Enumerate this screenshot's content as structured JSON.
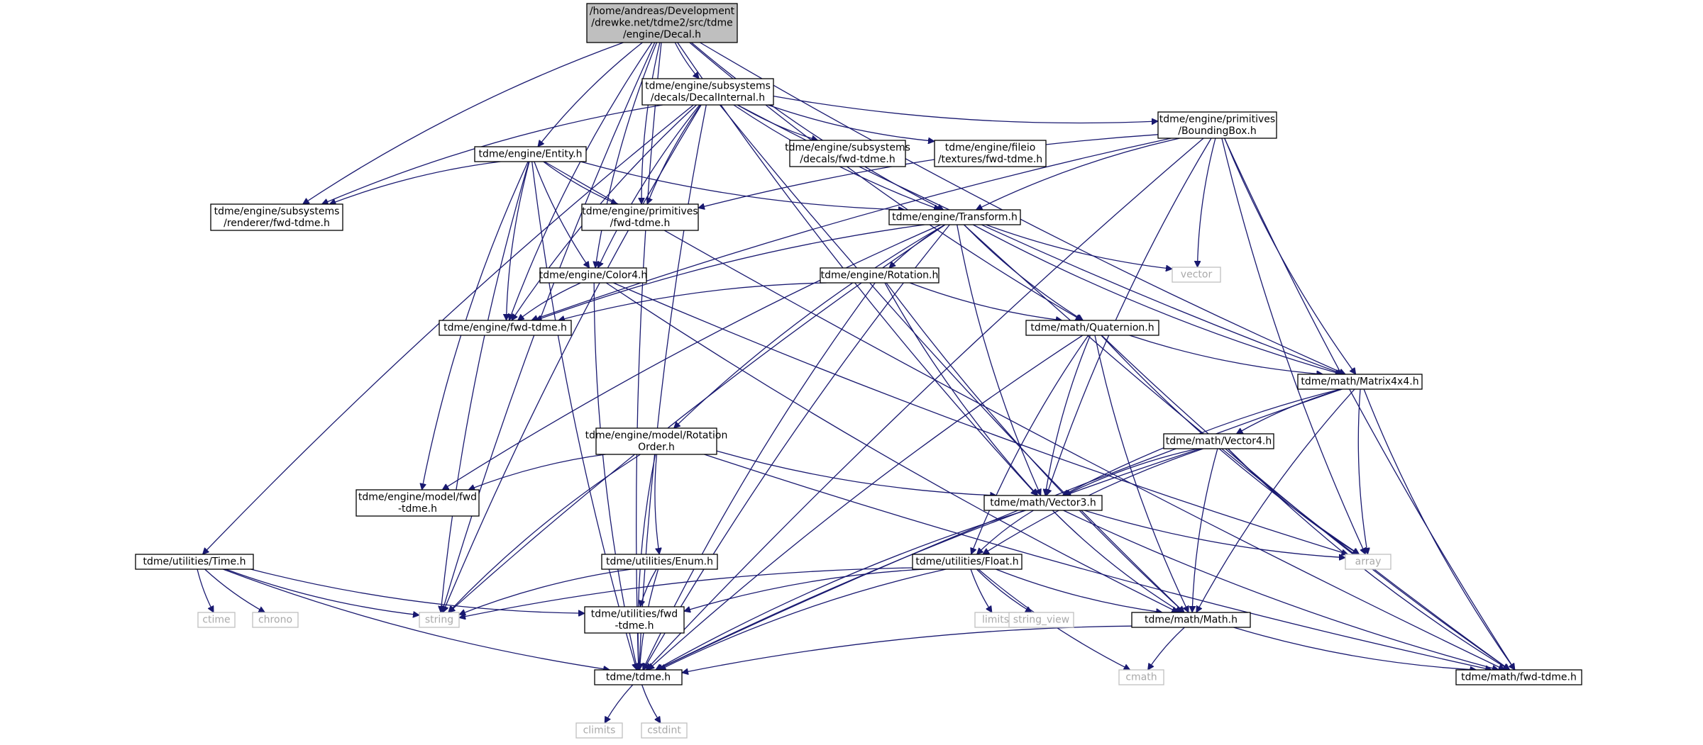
{
  "title": "",
  "colors": {
    "edge": "#191970",
    "root_fill": "#bfbfbf",
    "node_border": "#000000",
    "external_border": "#bfbfbf",
    "external_text": "#a9a9a9"
  },
  "nodes": [
    {
      "id": "decal",
      "kind": "root",
      "lines": [
        "/home/andreas/Development",
        "/drewke.net/tdme2/src/tdme",
        "/engine/Decal.h"
      ]
    },
    {
      "id": "decalinternal",
      "kind": "normal",
      "lines": [
        "tdme/engine/subsystems",
        "/decals/DecalInternal.h"
      ]
    },
    {
      "id": "entity",
      "kind": "normal",
      "lines": [
        "tdme/engine/Entity.h"
      ]
    },
    {
      "id": "decalsfwd",
      "kind": "normal",
      "lines": [
        "tdme/engine/subsystems",
        "/decals/fwd-tdme.h"
      ]
    },
    {
      "id": "texturesfwd",
      "kind": "normal",
      "lines": [
        "tdme/engine/fileio",
        "/textures/fwd-tdme.h"
      ]
    },
    {
      "id": "boundingbox",
      "kind": "normal",
      "lines": [
        "tdme/engine/primitives",
        "/BoundingBox.h"
      ]
    },
    {
      "id": "rendererfwd",
      "kind": "normal",
      "lines": [
        "tdme/engine/subsystems",
        "/renderer/fwd-tdme.h"
      ]
    },
    {
      "id": "primitivesfwd",
      "kind": "normal",
      "lines": [
        "tdme/engine/primitives",
        "/fwd-tdme.h"
      ]
    },
    {
      "id": "transform",
      "kind": "normal",
      "lines": [
        "tdme/engine/Transform.h"
      ]
    },
    {
      "id": "vector",
      "kind": "external",
      "lines": [
        "vector"
      ]
    },
    {
      "id": "color4",
      "kind": "normal",
      "lines": [
        "tdme/engine/Color4.h"
      ]
    },
    {
      "id": "rotation",
      "kind": "normal",
      "lines": [
        "tdme/engine/Rotation.h"
      ]
    },
    {
      "id": "enginefwd",
      "kind": "normal",
      "lines": [
        "tdme/engine/fwd-tdme.h"
      ]
    },
    {
      "id": "quaternion",
      "kind": "normal",
      "lines": [
        "tdme/math/Quaternion.h"
      ]
    },
    {
      "id": "matrix4x4",
      "kind": "normal",
      "lines": [
        "tdme/math/Matrix4x4.h"
      ]
    },
    {
      "id": "rotationorder",
      "kind": "normal",
      "lines": [
        "tdme/engine/model/Rotation",
        "Order.h"
      ]
    },
    {
      "id": "vector4",
      "kind": "normal",
      "lines": [
        "tdme/math/Vector4.h"
      ]
    },
    {
      "id": "modelfwd",
      "kind": "normal",
      "lines": [
        "tdme/engine/model/fwd",
        "-tdme.h"
      ]
    },
    {
      "id": "vector3",
      "kind": "normal",
      "lines": [
        "tdme/math/Vector3.h"
      ]
    },
    {
      "id": "time",
      "kind": "normal",
      "lines": [
        "tdme/utilities/Time.h"
      ]
    },
    {
      "id": "enum",
      "kind": "normal",
      "lines": [
        "tdme/utilities/Enum.h"
      ]
    },
    {
      "id": "float",
      "kind": "normal",
      "lines": [
        "tdme/utilities/Float.h"
      ]
    },
    {
      "id": "array",
      "kind": "external",
      "lines": [
        "array"
      ]
    },
    {
      "id": "ctime",
      "kind": "external",
      "lines": [
        "ctime"
      ]
    },
    {
      "id": "chrono",
      "kind": "external",
      "lines": [
        "chrono"
      ]
    },
    {
      "id": "string",
      "kind": "external",
      "lines": [
        "string"
      ]
    },
    {
      "id": "utilitiesfwd",
      "kind": "normal",
      "lines": [
        "tdme/utilities/fwd",
        "-tdme.h"
      ]
    },
    {
      "id": "limits",
      "kind": "external",
      "lines": [
        "limits"
      ]
    },
    {
      "id": "string_view",
      "kind": "external",
      "lines": [
        "string_view"
      ]
    },
    {
      "id": "math",
      "kind": "normal",
      "lines": [
        "tdme/math/Math.h"
      ]
    },
    {
      "id": "tdme",
      "kind": "normal",
      "lines": [
        "tdme/tdme.h"
      ]
    },
    {
      "id": "cmath",
      "kind": "external",
      "lines": [
        "cmath"
      ]
    },
    {
      "id": "mathfwd",
      "kind": "normal",
      "lines": [
        "tdme/math/fwd-tdme.h"
      ]
    },
    {
      "id": "climits",
      "kind": "external",
      "lines": [
        "climits"
      ]
    },
    {
      "id": "cstdint",
      "kind": "external",
      "lines": [
        "cstdint"
      ]
    }
  ],
  "edges": [
    [
      "decal",
      "decalinternal"
    ],
    [
      "decal",
      "entity"
    ],
    [
      "decal",
      "rendererfwd"
    ],
    [
      "decal",
      "primitivesfwd"
    ],
    [
      "decal",
      "transform"
    ],
    [
      "decal",
      "color4"
    ],
    [
      "decal",
      "enginefwd"
    ],
    [
      "decal",
      "quaternion"
    ],
    [
      "decal",
      "matrix4x4"
    ],
    [
      "decal",
      "vector3"
    ],
    [
      "decal",
      "string"
    ],
    [
      "decal",
      "tdme"
    ],
    [
      "decalinternal",
      "decalsfwd"
    ],
    [
      "decalinternal",
      "texturesfwd"
    ],
    [
      "decalinternal",
      "boundingbox"
    ],
    [
      "decalinternal",
      "rendererfwd"
    ],
    [
      "decalinternal",
      "primitivesfwd"
    ],
    [
      "decalinternal",
      "transform"
    ],
    [
      "decalinternal",
      "color4"
    ],
    [
      "decalinternal",
      "enginefwd"
    ],
    [
      "decalinternal",
      "matrix4x4"
    ],
    [
      "decalinternal",
      "math"
    ],
    [
      "decalinternal",
      "time"
    ],
    [
      "decalinternal",
      "string"
    ],
    [
      "decalinternal",
      "tdme"
    ],
    [
      "entity",
      "rendererfwd"
    ],
    [
      "entity",
      "primitivesfwd"
    ],
    [
      "entity",
      "transform"
    ],
    [
      "entity",
      "color4"
    ],
    [
      "entity",
      "enginefwd"
    ],
    [
      "entity",
      "modelfwd"
    ],
    [
      "entity",
      "string"
    ],
    [
      "entity",
      "tdme"
    ],
    [
      "entity",
      "mathfwd"
    ],
    [
      "boundingbox",
      "primitivesfwd"
    ],
    [
      "boundingbox",
      "transform"
    ],
    [
      "boundingbox",
      "vector"
    ],
    [
      "boundingbox",
      "matrix4x4"
    ],
    [
      "boundingbox",
      "vector3"
    ],
    [
      "boundingbox",
      "array"
    ],
    [
      "boundingbox",
      "tdme"
    ],
    [
      "boundingbox",
      "mathfwd"
    ],
    [
      "boundingbox",
      "enginefwd"
    ],
    [
      "transform",
      "rotation"
    ],
    [
      "transform",
      "quaternion"
    ],
    [
      "transform",
      "matrix4x4"
    ],
    [
      "transform",
      "vector3"
    ],
    [
      "transform",
      "rotationorder"
    ],
    [
      "transform",
      "modelfwd"
    ],
    [
      "transform",
      "vector"
    ],
    [
      "transform",
      "string"
    ],
    [
      "transform",
      "tdme"
    ],
    [
      "transform",
      "mathfwd"
    ],
    [
      "transform",
      "enginefwd"
    ],
    [
      "color4",
      "enginefwd"
    ],
    [
      "color4",
      "array"
    ],
    [
      "color4",
      "math"
    ],
    [
      "color4",
      "tdme"
    ],
    [
      "rotation",
      "enginefwd"
    ],
    [
      "rotation",
      "quaternion"
    ],
    [
      "rotation",
      "vector3"
    ],
    [
      "rotation",
      "math"
    ],
    [
      "rotation",
      "tdme"
    ],
    [
      "quaternion",
      "matrix4x4"
    ],
    [
      "quaternion",
      "vector3"
    ],
    [
      "quaternion",
      "float"
    ],
    [
      "quaternion",
      "math"
    ],
    [
      "quaternion",
      "array"
    ],
    [
      "quaternion",
      "tdme"
    ],
    [
      "quaternion",
      "mathfwd"
    ],
    [
      "matrix4x4",
      "vector4"
    ],
    [
      "matrix4x4",
      "vector3"
    ],
    [
      "matrix4x4",
      "array"
    ],
    [
      "matrix4x4",
      "math"
    ],
    [
      "matrix4x4",
      "tdme"
    ],
    [
      "matrix4x4",
      "mathfwd"
    ],
    [
      "rotationorder",
      "modelfwd"
    ],
    [
      "rotationorder",
      "vector3"
    ],
    [
      "rotationorder",
      "enum"
    ],
    [
      "rotationorder",
      "string"
    ],
    [
      "rotationorder",
      "tdme"
    ],
    [
      "rotationorder",
      "mathfwd"
    ],
    [
      "vector4",
      "vector3"
    ],
    [
      "vector4",
      "float"
    ],
    [
      "vector4",
      "math"
    ],
    [
      "vector4",
      "array"
    ],
    [
      "vector4",
      "tdme"
    ],
    [
      "vector4",
      "mathfwd"
    ],
    [
      "vector3",
      "float"
    ],
    [
      "vector3",
      "math"
    ],
    [
      "vector3",
      "array"
    ],
    [
      "vector3",
      "tdme"
    ],
    [
      "vector3",
      "mathfwd"
    ],
    [
      "time",
      "ctime"
    ],
    [
      "time",
      "chrono"
    ],
    [
      "time",
      "string"
    ],
    [
      "time",
      "utilitiesfwd"
    ],
    [
      "time",
      "tdme"
    ],
    [
      "enum",
      "string"
    ],
    [
      "enum",
      "utilitiesfwd"
    ],
    [
      "enum",
      "tdme"
    ],
    [
      "float",
      "limits"
    ],
    [
      "float",
      "string_view"
    ],
    [
      "float",
      "cmath"
    ],
    [
      "float",
      "math"
    ],
    [
      "float",
      "string"
    ],
    [
      "float",
      "utilitiesfwd"
    ],
    [
      "float",
      "tdme"
    ],
    [
      "math",
      "cmath"
    ],
    [
      "math",
      "tdme"
    ],
    [
      "math",
      "mathfwd"
    ],
    [
      "tdme",
      "climits"
    ],
    [
      "tdme",
      "cstdint"
    ]
  ]
}
